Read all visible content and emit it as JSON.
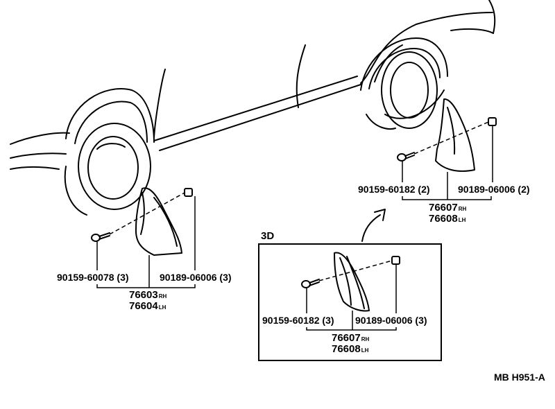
{
  "colors": {
    "ink": "#000000",
    "paper": "#ffffff"
  },
  "front": {
    "screw": {
      "part": "90159-60078",
      "qty": "(3)"
    },
    "clip": {
      "part": "90189-06006",
      "qty": "(3)"
    },
    "flap_rh": {
      "part": "76603",
      "side": "RH"
    },
    "flap_lh": {
      "part": "76604",
      "side": "LH"
    }
  },
  "rear": {
    "screw": {
      "part": "90159-60182",
      "qty": "(2)"
    },
    "clip": {
      "part": "90189-06006",
      "qty": "(2)"
    },
    "flap_rh": {
      "part": "76607",
      "side": "RH"
    },
    "flap_lh": {
      "part": "76608",
      "side": "LH"
    }
  },
  "inset": {
    "title": "3D",
    "screw": {
      "part": "90159-60182",
      "qty": "(3)"
    },
    "clip": {
      "part": "90189-06006",
      "qty": "(3)"
    },
    "flap_rh": {
      "part": "76607",
      "side": "RH"
    },
    "flap_lh": {
      "part": "76608",
      "side": "LH"
    }
  },
  "figure_code": "MB H951-A"
}
